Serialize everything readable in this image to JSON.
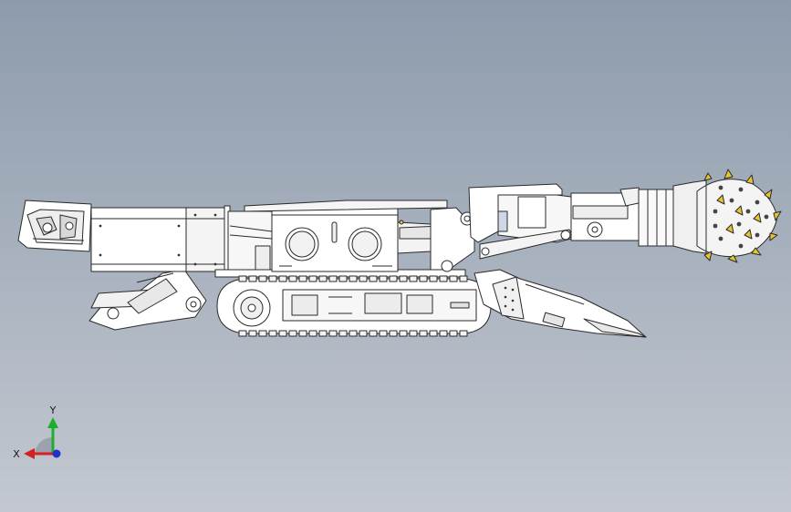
{
  "viewport": {
    "background_top": "#8d9bac",
    "background_bottom": "#c3c8d0",
    "model": "roadheader-side-view"
  },
  "triad": {
    "x_label": "X",
    "y_label": "Y",
    "x_color": "#d42020",
    "y_color": "#1fae2c",
    "z_color": "#2033c8"
  }
}
